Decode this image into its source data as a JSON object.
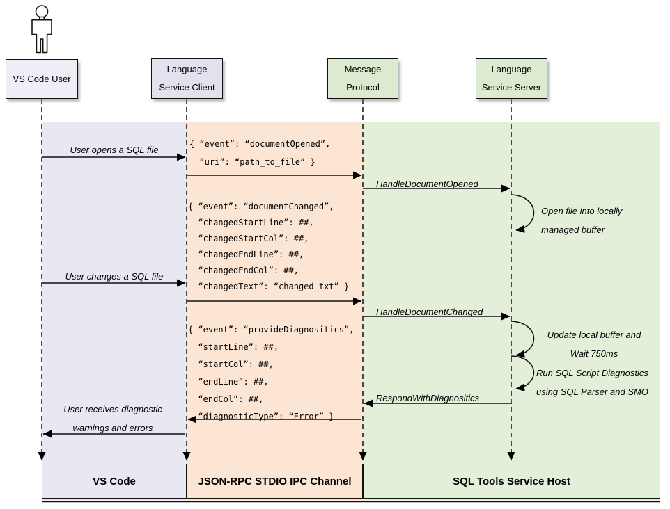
{
  "actors": {
    "user": {
      "line1": "VS Code User"
    },
    "client": {
      "line1": "Language",
      "line2": "Service Client"
    },
    "protocol": {
      "line1": "Message",
      "line2": "Protocol"
    },
    "server": {
      "line1": "Language",
      "line2": "Service Server"
    }
  },
  "footers": {
    "vscode": "VS Code",
    "ipc": "JSON-RPC STDIO IPC Channel",
    "host": "SQL Tools Service Host"
  },
  "labels": {
    "open_file": "User opens a SQL file",
    "handle_opened": "HandleDocumentOpened",
    "open_buffer": "Open file into locally\nmanaged buffer",
    "change_file": "User changes a SQL file",
    "handle_changed": "HandleDocumentChanged",
    "update_buffer": "Update local buffer and\nWait 750ms",
    "run_diag": "Run SQL Script Diagnostics\nusing SQL Parser and SMO",
    "respond_diag": "RespondWithDiagnositics",
    "receive_diag": "User receives diagnostic\nwarnings and errors"
  },
  "payloads": {
    "document_opened": "{ “event”: “documentOpened”,\n  “uri”: “path_to_file” }",
    "document_changed": "{ “event”: “documentChanged”,\n  “changedStartLine”: ##,\n  “changedStartCol”: ##,\n  “changedEndLine”: ##,\n  “changedEndCol”: ##,\n  “changedText”: “changed txt” }",
    "provide_diagnostics": "{ “event”: “provideDiagnositics”,\n  “startLine”: ##,\n  “startCol”: ##,\n  “endLine”: ##,\n  “endCol”: ##,\n  “diagnosticType”: “Error” }"
  },
  "colors": {
    "lane_vscode": "#e9e7f2",
    "lane_ipc": "#fce6d3",
    "lane_host": "#e4efda",
    "box_user": "#efeef6",
    "box_client": "#e3e1ed",
    "box_protocol": "#dceacf",
    "box_server": "#dceacf"
  }
}
